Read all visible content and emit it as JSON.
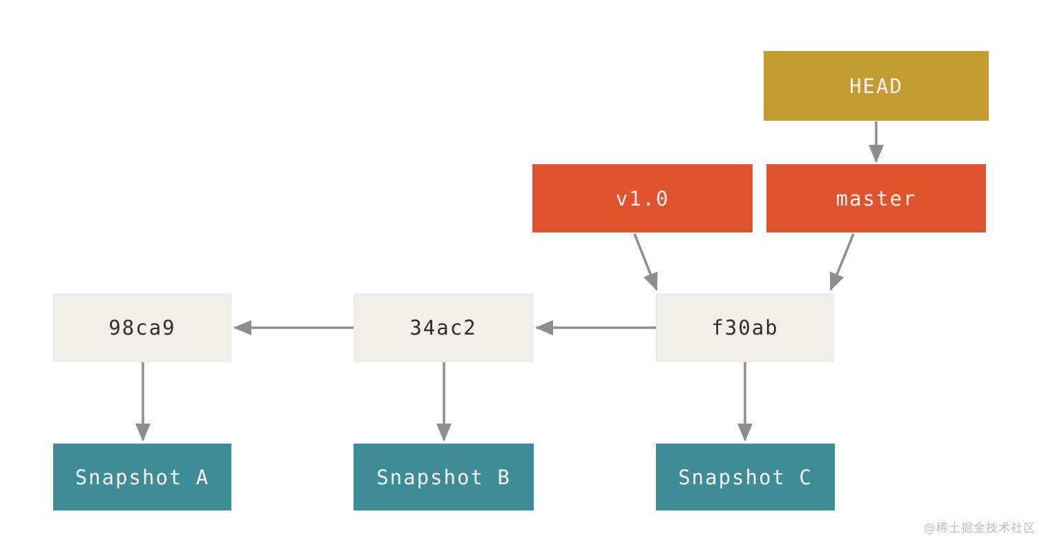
{
  "diagram": {
    "type": "git-references-diagram",
    "watermark": "@稀土掘金技术社区",
    "colors": {
      "head_fill": "#C49B31",
      "ref_fill": "#E1532F",
      "commit_fill": "#F0EFE9",
      "snapshot_fill": "#3E8C96",
      "arrow": "#8E8E8E",
      "light_text": "#F7F3EA",
      "dark_text": "#2E2E2E",
      "watermark_color": "#BFBFBF",
      "background": "#FFFFFF"
    },
    "nodes": {
      "head": {
        "label": "HEAD",
        "type": "head-pointer"
      },
      "v1": {
        "label": "v1.0",
        "type": "tag"
      },
      "master": {
        "label": "master",
        "type": "branch"
      },
      "c1": {
        "label": "98ca9",
        "type": "commit"
      },
      "c2": {
        "label": "34ac2",
        "type": "commit"
      },
      "c3": {
        "label": "f30ab",
        "type": "commit"
      },
      "s1": {
        "label": "Snapshot A",
        "type": "snapshot"
      },
      "s2": {
        "label": "Snapshot B",
        "type": "snapshot"
      },
      "s3": {
        "label": "Snapshot C",
        "type": "snapshot"
      }
    },
    "edges": [
      {
        "from": "HEAD",
        "to": "master"
      },
      {
        "from": "v1.0",
        "to": "f30ab"
      },
      {
        "from": "master",
        "to": "f30ab"
      },
      {
        "from": "f30ab",
        "to": "34ac2"
      },
      {
        "from": "34ac2",
        "to": "98ca9"
      },
      {
        "from": "98ca9",
        "to": "Snapshot A"
      },
      {
        "from": "34ac2",
        "to": "Snapshot B"
      },
      {
        "from": "f30ab",
        "to": "Snapshot C"
      }
    ]
  }
}
